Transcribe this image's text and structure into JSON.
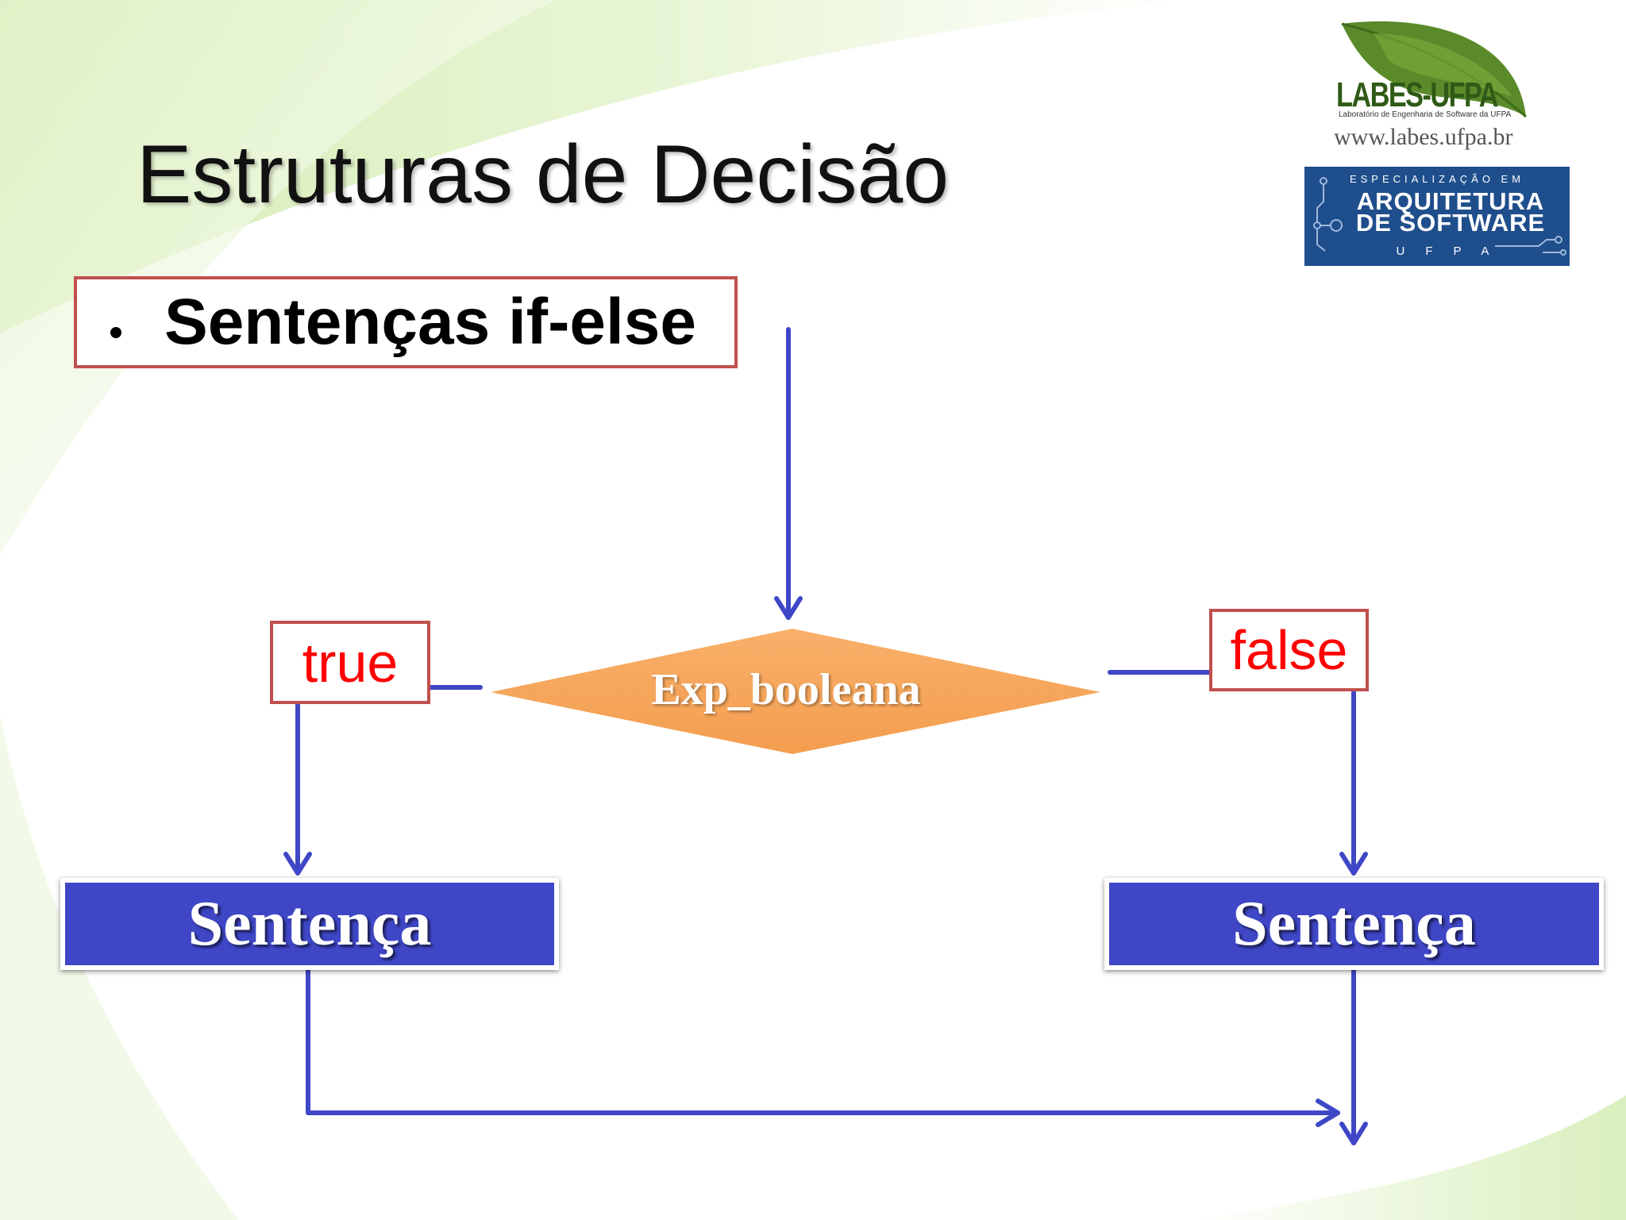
{
  "slide": {
    "title": "Estruturas de Decisão",
    "subtitle": "Sentenças if-else"
  },
  "flowchart": {
    "decision": "Exp_booleana",
    "true_label": "true",
    "false_label": "false",
    "true_statement": "Sentença",
    "false_statement": "Sentença"
  },
  "logos": {
    "labes_name": "LABES-UFPA",
    "labes_tagline": "Laboratório de Engenharia de Software da UFPA",
    "labes_url": "www.labes.ufpa.br",
    "spec_top": "ESPECIALIZAÇÃO EM",
    "spec_line1": "ARQUITETURA",
    "spec_line2": "DE SOFTWARE",
    "spec_bottom": "UFPA"
  },
  "colors": {
    "arrow": "#3f47c7",
    "statement_fill": "#3f47c7",
    "decision_fill": "#f6a55a",
    "label_border": "#c0504d",
    "label_text": "#ff0000",
    "leaf_green": "#5a8a2a",
    "badge_blue": "#1f4e8c"
  }
}
